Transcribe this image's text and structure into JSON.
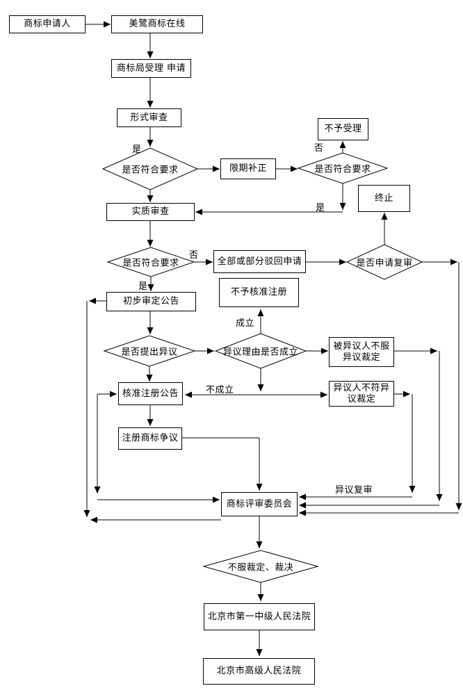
{
  "nodes": {
    "applicant": "商标申请人",
    "platform": "美鹭商标在线",
    "acceptance": "商标局受理 申请",
    "formal_review": "形式审查",
    "meets_req_1": "是否符合要求",
    "deadline_correction": "限期补正",
    "meets_req_2": "是否符合要求",
    "not_accepted": "不予受理",
    "terminate": "终止",
    "substantive_review": "实质审查",
    "meets_req_3": "是否符合要求",
    "rejection": "全部或部分驳回申请",
    "review_request": "是否申请复审",
    "no_approval": "不予核准注册",
    "preliminary_publication": "初步审定公告",
    "opposition_raised": "是否提出异议",
    "opposition_grounds": "异议理由是否成立",
    "opposed_disagree": "被异议人不服异议裁定",
    "approval_publication": "核准注册公告",
    "opponent_disagree": "异议人不符异议裁定",
    "registered_dispute": "注册商标争议",
    "trab": "商标评审委员会",
    "refuse_ruling": "不服裁定、裁决",
    "first_court": "北京市第一中级人民法院",
    "high_court": "北京市高级人民法院"
  },
  "edge_labels": {
    "yes_1": "是",
    "no_2": "否",
    "yes_2": "是",
    "no_3": "否",
    "yes_3": "是",
    "established": "成立",
    "not_established": "不成立",
    "opposition_review": "异议复审"
  }
}
